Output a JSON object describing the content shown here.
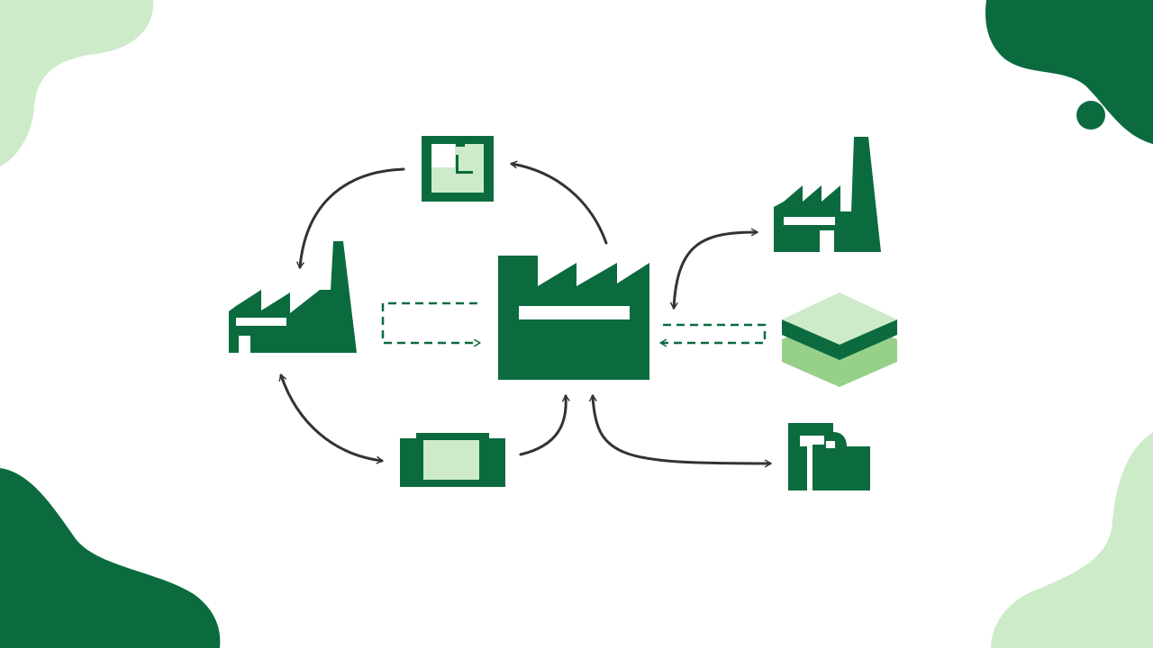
{
  "colors": {
    "primary": "#0b6b3f",
    "light": "#cdebc9",
    "medium": "#97d089",
    "arrow": "#333333",
    "background": "#ffffff"
  },
  "nodes": [
    {
      "id": "central-factory",
      "icon": "factory-icon"
    },
    {
      "id": "left-factory",
      "icon": "factory-icon"
    },
    {
      "id": "top-document",
      "icon": "document-icon"
    },
    {
      "id": "bottom-container",
      "icon": "container-icon"
    },
    {
      "id": "right-factory",
      "icon": "factory-icon"
    },
    {
      "id": "stacked-layers",
      "icon": "layers-icon"
    },
    {
      "id": "folder",
      "icon": "folder-icon"
    }
  ],
  "edges": [
    {
      "from": "central-factory",
      "to": "top-document",
      "style": "solid"
    },
    {
      "from": "top-document",
      "to": "left-factory",
      "style": "solid"
    },
    {
      "from": "left-factory",
      "to": "central-factory",
      "style": "dashed"
    },
    {
      "from": "left-factory",
      "to": "bottom-container",
      "style": "solid",
      "bidirectional": true
    },
    {
      "from": "bottom-container",
      "to": "central-factory",
      "style": "solid"
    },
    {
      "from": "central-factory",
      "to": "folder",
      "style": "solid",
      "bidirectional": true
    },
    {
      "from": "right-factory",
      "to": "central-factory",
      "style": "solid",
      "bidirectional": true
    },
    {
      "from": "stacked-layers",
      "to": "central-factory",
      "style": "dashed"
    }
  ]
}
